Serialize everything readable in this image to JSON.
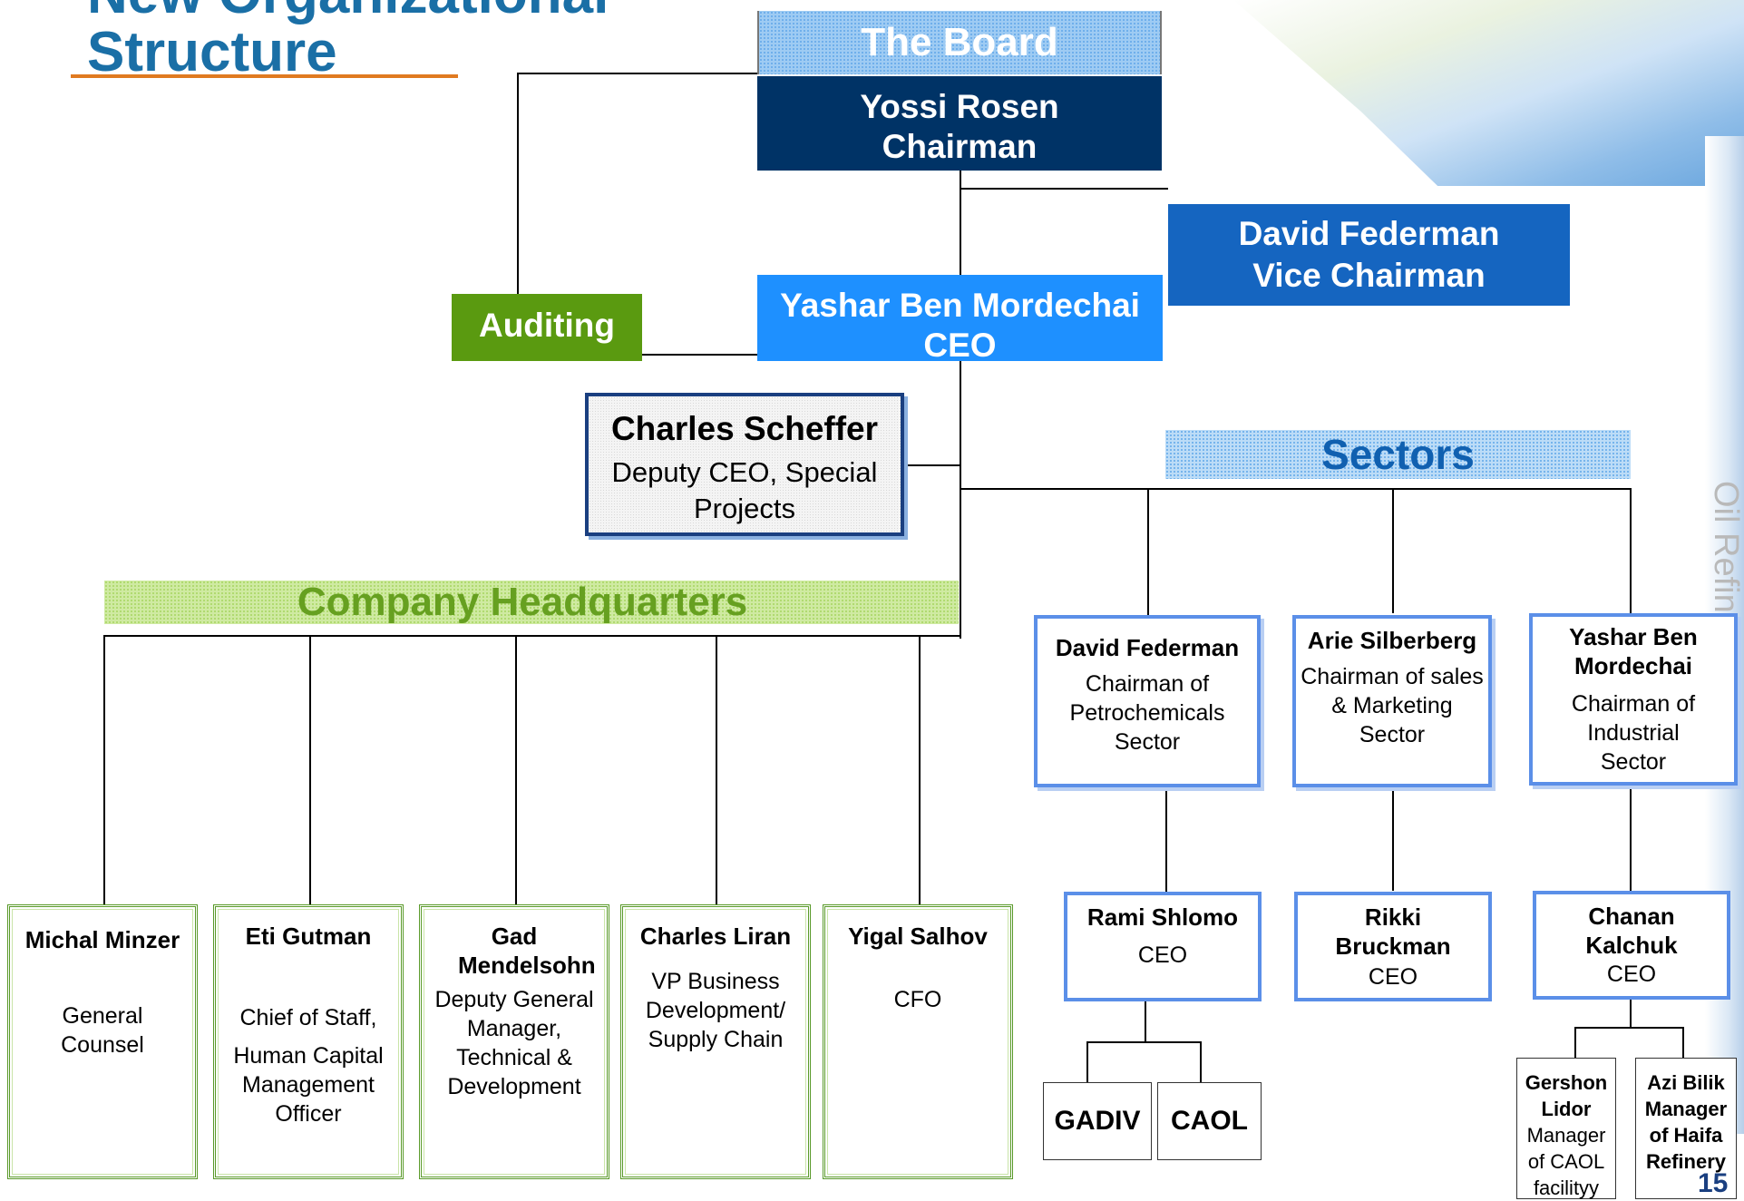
{
  "slide": {
    "title_line1": "New Organizational",
    "title_line2": "Structure",
    "page_number": "15",
    "watermark": "Oil Refineries Ltd.",
    "colors": {
      "title": "#1a6fa6",
      "navy": "#003366",
      "board_blue": "#1565c0",
      "ceo_blue": "#1e90ff",
      "green": "#5a9a10",
      "headquarters_text": "#66a020",
      "sectors_text": "#1060b0"
    }
  },
  "board": {
    "header": "The Board",
    "chairman_name": "Yossi Rosen",
    "chairman_title": "Chairman"
  },
  "vice_chairman": {
    "name": "David Federman",
    "title": "Vice Chairman"
  },
  "auditing": {
    "label": "Auditing"
  },
  "ceo": {
    "name": "Yashar Ben Mordechai",
    "title": "CEO"
  },
  "deputy": {
    "name": "Charles Scheffer",
    "title": "Deputy CEO, Special Projects"
  },
  "headquarters": {
    "header": "Company Headquarters",
    "members": [
      {
        "name": "Michal Minzer",
        "title": "General Counsel"
      },
      {
        "name": "Eti Gutman",
        "title_line1": "Chief of Staff,",
        "title_line2": "Human Capital Management Officer"
      },
      {
        "name": "Gad Mendelsohn",
        "title": "Deputy General Manager, Technical & Development"
      },
      {
        "name": "Charles Liran",
        "title": "VP Business Development/ Supply Chain"
      },
      {
        "name": "Yigal Salhov",
        "title": "CFO"
      }
    ]
  },
  "sectors": {
    "header": "Sectors",
    "items": [
      {
        "chair_name": "David Federman",
        "chair_title": "Chairman of Petrochemicals Sector",
        "ceo_name": "Rami Shlomo",
        "ceo_title": "CEO",
        "subs": [
          "GADIV",
          "CAOL"
        ]
      },
      {
        "chair_name": "Arie Silberberg",
        "chair_title": "Chairman of sales & Marketing Sector",
        "ceo_name": "Rikki Bruckman",
        "ceo_title": "CEO"
      },
      {
        "chair_name": "Yashar Ben Mordechai",
        "chair_title": "Chairman of Industrial Sector",
        "ceo_name": "Chanan Kalchuk",
        "ceo_title": "CEO",
        "managers": [
          {
            "name": "Gershon Lidor",
            "title": "Manager of CAOL facilityy"
          },
          {
            "name": "Azi Bilik Manager of Haifa Refinery",
            "title": ""
          }
        ]
      }
    ]
  }
}
